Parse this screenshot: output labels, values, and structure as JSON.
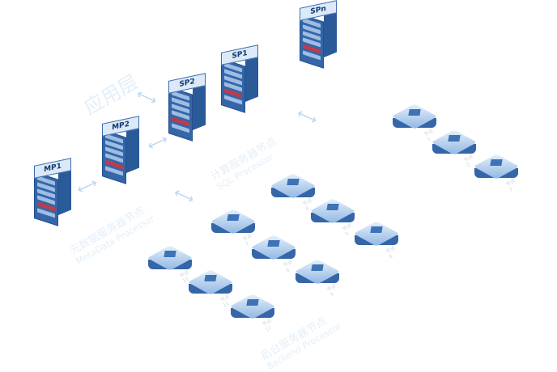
{
  "layers": {
    "app": "应用层",
    "sql": {
      "cn": "计算服务器节点",
      "en": "SQL Processor"
    },
    "meta": {
      "cn": "元数据服务器节点",
      "en": "MetaData Processor"
    },
    "backend": {
      "cn": "后台服务器节点",
      "en": "Backend Processor"
    }
  },
  "servers": [
    "MP1",
    "MP2",
    "SP2",
    "SP1",
    "SPn"
  ],
  "nodes": [
    "节点1",
    "节点2",
    "节点3",
    "节点4",
    "节点5",
    "节点6",
    "节点7",
    "节点8",
    "节点9",
    "节点10",
    "节点11",
    "节点12"
  ]
}
